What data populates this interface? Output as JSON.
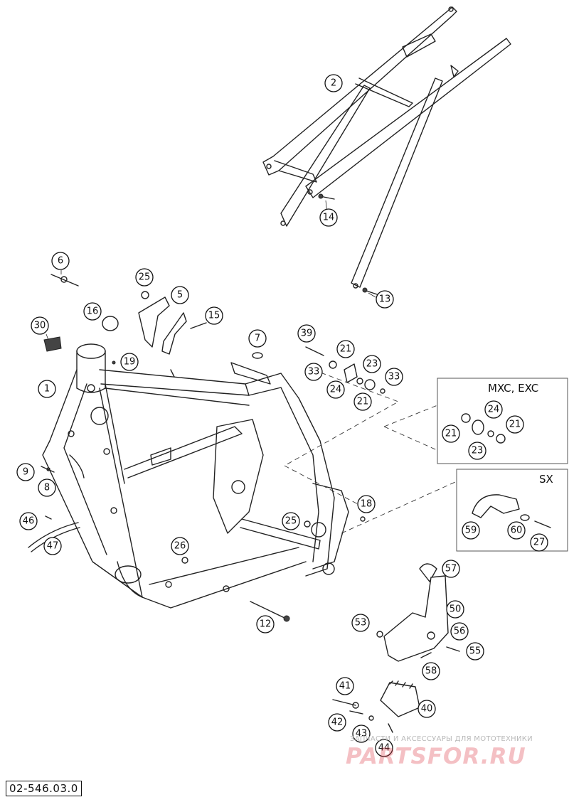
{
  "drawing_number": "02-546.03.0",
  "inset_labels": [
    "MXC, EXC",
    "SX"
  ],
  "callouts": [
    "1",
    "2",
    "5",
    "6",
    "7",
    "8",
    "9",
    "12",
    "13",
    "14",
    "15",
    "16",
    "18",
    "19",
    "21",
    "23",
    "24",
    "25",
    "26",
    "27",
    "30",
    "33",
    "39",
    "40",
    "41",
    "42",
    "43",
    "44",
    "46",
    "47",
    "50",
    "53",
    "55",
    "56",
    "57",
    "58",
    "59",
    "60"
  ],
  "watermark": {
    "tagline": "ЗАПЧАСТИ И АКСЕССУАРЫ ДЛЯ МОТОТЕХНИКИ",
    "logo_text": "PARTSFOR.RU"
  }
}
